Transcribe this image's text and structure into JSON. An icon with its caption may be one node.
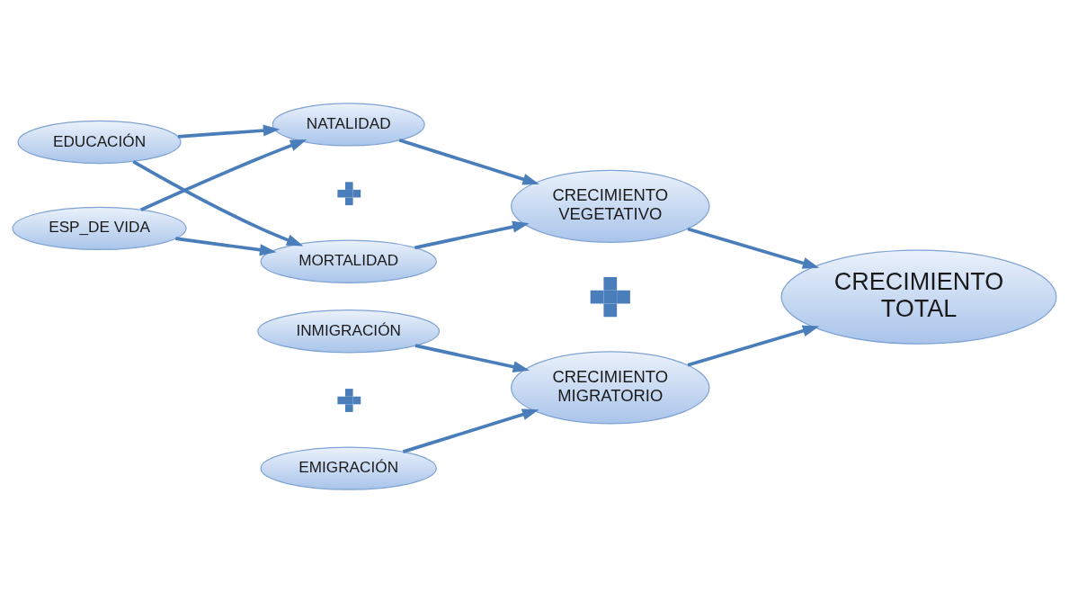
{
  "diagram": {
    "nodes": [
      {
        "text": [
          "EDUCACIÓN"
        ]
      },
      {
        "text": [
          "ESP_DE VIDA"
        ]
      },
      {
        "text": [
          "NATALIDAD"
        ]
      },
      {
        "text": [
          "MORTALIDAD"
        ]
      },
      {
        "text": [
          "CRECIMIENTO VEGETATIVO"
        ]
      },
      {
        "text": [
          "INMIGRACIÓN"
        ]
      },
      {
        "text": [
          "EMIGRACIÓN"
        ]
      },
      {
        "text": [
          "CRECIMIENTO MIGRATORIO"
        ]
      },
      {
        "text": [
          "CRECIMIENTO TOTAL"
        ]
      },
      {
        "text": [],
        "shape": "plus"
      },
      {
        "text": [],
        "shape": "plus"
      },
      {
        "text": [],
        "shape": "plus"
      }
    ],
    "edges": [
      {
        "from": 0,
        "to": 2,
        "arrow": "to"
      },
      {
        "from": 0,
        "to": 3,
        "arrow": "to"
      },
      {
        "from": 1,
        "to": 2,
        "arrow": "to"
      },
      {
        "from": 1,
        "to": 3,
        "arrow": "to"
      },
      {
        "from": 2,
        "to": 4,
        "arrow": "to"
      },
      {
        "from": 3,
        "to": 4,
        "arrow": "to"
      },
      {
        "from": 4,
        "to": 8,
        "arrow": "to"
      },
      {
        "from": 5,
        "to": 7,
        "arrow": "to"
      },
      {
        "from": 6,
        "to": 7,
        "arrow": "to"
      },
      {
        "from": 7,
        "to": 8,
        "arrow": "to"
      }
    ]
  }
}
